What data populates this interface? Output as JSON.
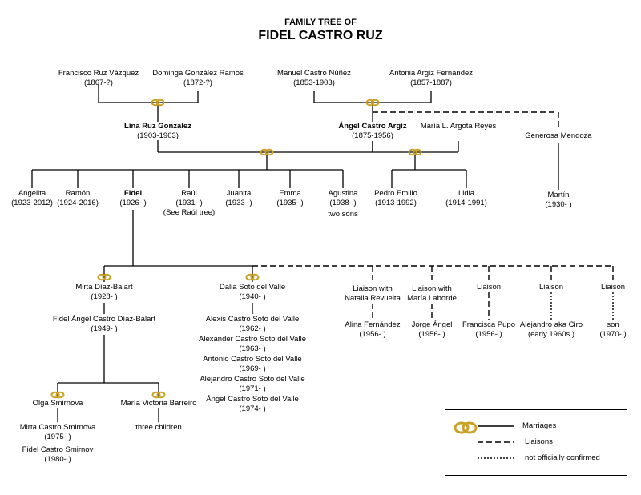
{
  "header": {
    "subtitle": "FAMILY TREE OF",
    "title": "FIDEL CASTRO RUZ"
  },
  "colors": {
    "line": "#000000",
    "ring": "#c9a227"
  },
  "icons": {
    "marriage": "wedding-rings-icon"
  },
  "people": {
    "francisco": {
      "name": "Francisco Ruz Vázquez",
      "years": "(1867-?)"
    },
    "dominga": {
      "name": "Dominga González Ramos",
      "years": "(1872-?)"
    },
    "manuel": {
      "name": "Manuel Castro Núñez",
      "years": "(1853-1903)"
    },
    "antonia": {
      "name": "Antonia Argiz Fernández",
      "years": "(1857-1887)"
    },
    "lina": {
      "name": "Lina Ruz González",
      "years": "(1903-1963)"
    },
    "angel": {
      "name": "Ángel Castro Argiz",
      "years": "(1875-1956)"
    },
    "maria_argota": {
      "name": "María L. Argota Reyes"
    },
    "generosa": {
      "name": "Generosa Mendoza"
    },
    "angelita": {
      "name": "Angelita",
      "years": "(1923-2012)"
    },
    "ramon": {
      "name": "Ramón",
      "years": "(1924-2016)"
    },
    "fidel": {
      "name": "Fidel",
      "years": "(1926- )"
    },
    "raul": {
      "name": "Raúl",
      "years": "(1931- )",
      "note": "(See Raúl tree)"
    },
    "juanita": {
      "name": "Juanita",
      "years": "(1933- )"
    },
    "emma": {
      "name": "Emma",
      "years": "(1935- )"
    },
    "agustina": {
      "name": "Agustina",
      "years": "(1938- )",
      "note": "two sons"
    },
    "pedro": {
      "name": "Pedro Emilio",
      "years": "(1913-1992)"
    },
    "lidia": {
      "name": "Lidia",
      "years": "(1914-1991)"
    },
    "martin": {
      "name": "Martín",
      "years": "(1930- )"
    },
    "mirta": {
      "name": "Mirta Díaz-Balart",
      "years": "(1928- )"
    },
    "fidelito": {
      "name": "Fidel Ángel Castro Díaz-Balart",
      "years": "(1949- )"
    },
    "olga": {
      "name": "Olga Smirnova"
    },
    "maria_victoria": {
      "name": "María Victoria Barreiro"
    },
    "three_children": {
      "name": "three children"
    },
    "mirta_s": {
      "name": "Mirta Castro Smirnova",
      "years": "(1975- )"
    },
    "fidel_s": {
      "name": "Fidel Castro Smirnov",
      "years": "(1980- )"
    },
    "dalia": {
      "name": "Dalia Soto del Valle",
      "years": "(1940- )"
    },
    "alexis": {
      "name": "Alexis Castro Soto del Valle",
      "years": "(1962- )"
    },
    "alexander": {
      "name": "Alexander Castro Soto del Valle",
      "years": "(1963- )"
    },
    "antonio": {
      "name": "Antonio Castro Soto del Valle",
      "years": "(1969- )"
    },
    "alejandro": {
      "name": "Alejandro Castro Soto del Valle",
      "years": "(1971- )"
    },
    "angel_s": {
      "name": "Ángel Castro Soto del Valle",
      "years": "(1974- )"
    }
  },
  "liaisons": {
    "natalia": {
      "line1": "Liaison with",
      "line2": "Natalia Revuelta",
      "child": "Alina Fernández",
      "years": "(1956- )"
    },
    "maria_laborde": {
      "line1": "Liaison with",
      "line2": "María Laborde",
      "child": "Jorge Ángel",
      "years": "(1956- )"
    },
    "francisca": {
      "line1": "Liaison",
      "child": "Francisca Pupo",
      "years": "(1956- )"
    },
    "alejandro_ciro": {
      "line1": "Liaison",
      "child": "Alejandro aka Ciro",
      "years": "(early 1960s )"
    },
    "son": {
      "line1": "Liaison",
      "child": "son",
      "years": "(1970- )"
    }
  },
  "legend": {
    "marriages": "Marriages",
    "liaisons": "Liaisons",
    "unconfirmed": "not officially confirmed"
  }
}
